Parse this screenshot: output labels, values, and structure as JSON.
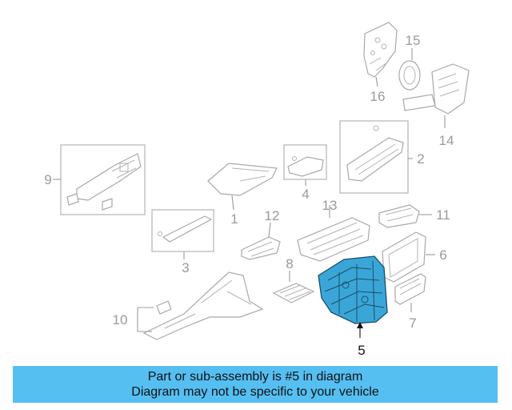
{
  "diagram": {
    "callouts": {
      "c1": "1",
      "c2": "2",
      "c3": "3",
      "c4": "4",
      "c5": "5",
      "c6": "6",
      "c7": "7",
      "c8": "8",
      "c9": "9",
      "c10": "10",
      "c11": "11",
      "c12": "12",
      "c13": "13",
      "c14": "14",
      "c15": "15",
      "c16": "16"
    },
    "highlight_part": "5",
    "highlight_color": "#3aa6d8"
  },
  "banner": {
    "line1": "Part or sub-assembly is #5 in diagram",
    "line2": "Diagram may not be specific to your vehicle",
    "background": "#56bff2"
  }
}
